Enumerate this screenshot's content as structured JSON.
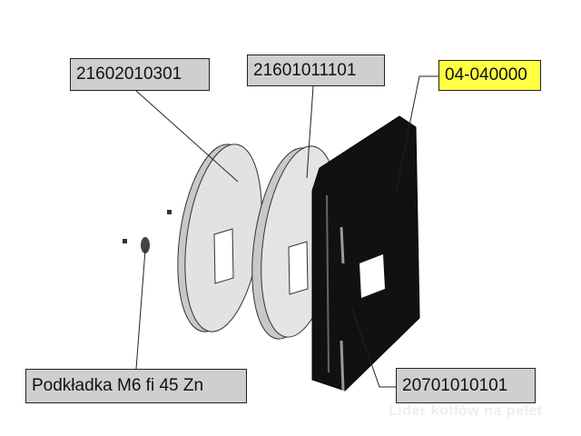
{
  "labels": {
    "disc_outer": "21602010301",
    "disc_inner": "21601011101",
    "plate": "04-040000",
    "washer": "Podkładka M6 fi 45 Zn",
    "bracket": "20701010101"
  },
  "highlight_color": "#ffff44",
  "watermark": "Lider kotłów na pelet"
}
